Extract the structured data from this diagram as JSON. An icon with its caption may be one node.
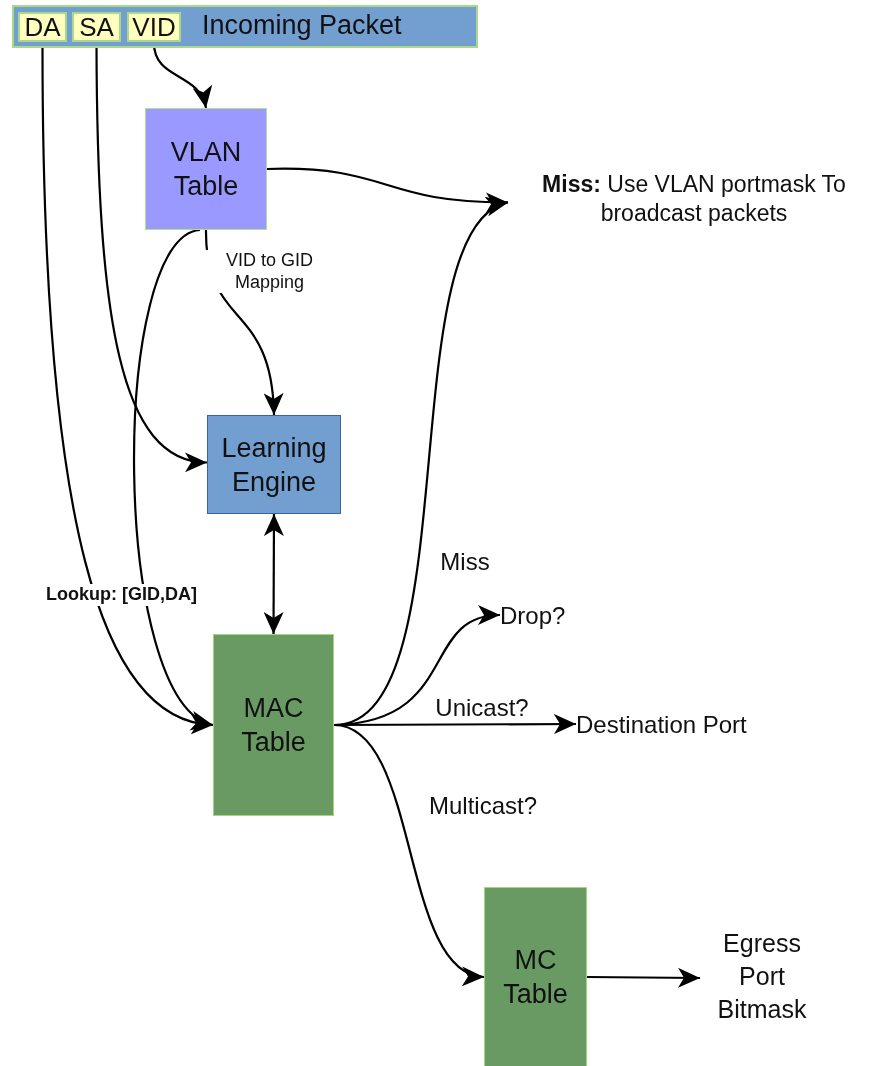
{
  "diagram": {
    "nodes": [
      {
        "text": [
          "Incoming Packet"
        ]
      },
      {
        "text": [
          "DA"
        ],
        "in": 0
      },
      {
        "text": [
          "SA"
        ],
        "in": 0
      },
      {
        "text": [
          "VID"
        ],
        "in": 0
      },
      {
        "text": [
          "VLAN Table"
        ]
      },
      {
        "text": [
          "**Miss:** Use VLAN portmask To broadcast packets"
        ]
      },
      {
        "text": [
          "Learning Engine"
        ]
      },
      {
        "text": [
          "MAC Table"
        ]
      },
      {
        "text": [
          "Drop?"
        ]
      },
      {
        "text": [
          "Destination Port"
        ]
      },
      {
        "text": [
          "MC Table"
        ]
      },
      {
        "text": [
          "Egress Port Bitmask"
        ]
      }
    ],
    "edges": [
      {
        "from": 3,
        "to": 4,
        "arrow": "to"
      },
      {
        "from": 4,
        "to": 5,
        "arrow": "to"
      },
      {
        "from": 4,
        "to": 6,
        "arrow": "to",
        "label": "VID to GID Mapping"
      },
      {
        "from": 2,
        "to": 6,
        "arrow": "to"
      },
      {
        "from": 4,
        "to": 7,
        "arrow": "to"
      },
      {
        "from": 1,
        "to": 7,
        "arrow": "to",
        "label": "Lookup: [GID,DA]"
      },
      {
        "from": 6,
        "to": 7,
        "arrow": "both"
      },
      {
        "from": 7,
        "to": 5,
        "arrow": "to",
        "label": "Miss"
      },
      {
        "from": 7,
        "to": 8,
        "arrow": "to"
      },
      {
        "from": 7,
        "to": 9,
        "arrow": "to",
        "label": "Unicast?"
      },
      {
        "from": 7,
        "to": 10,
        "arrow": "to",
        "label": "Multicast?"
      },
      {
        "from": 10,
        "to": 11,
        "arrow": "to"
      }
    ]
  }
}
